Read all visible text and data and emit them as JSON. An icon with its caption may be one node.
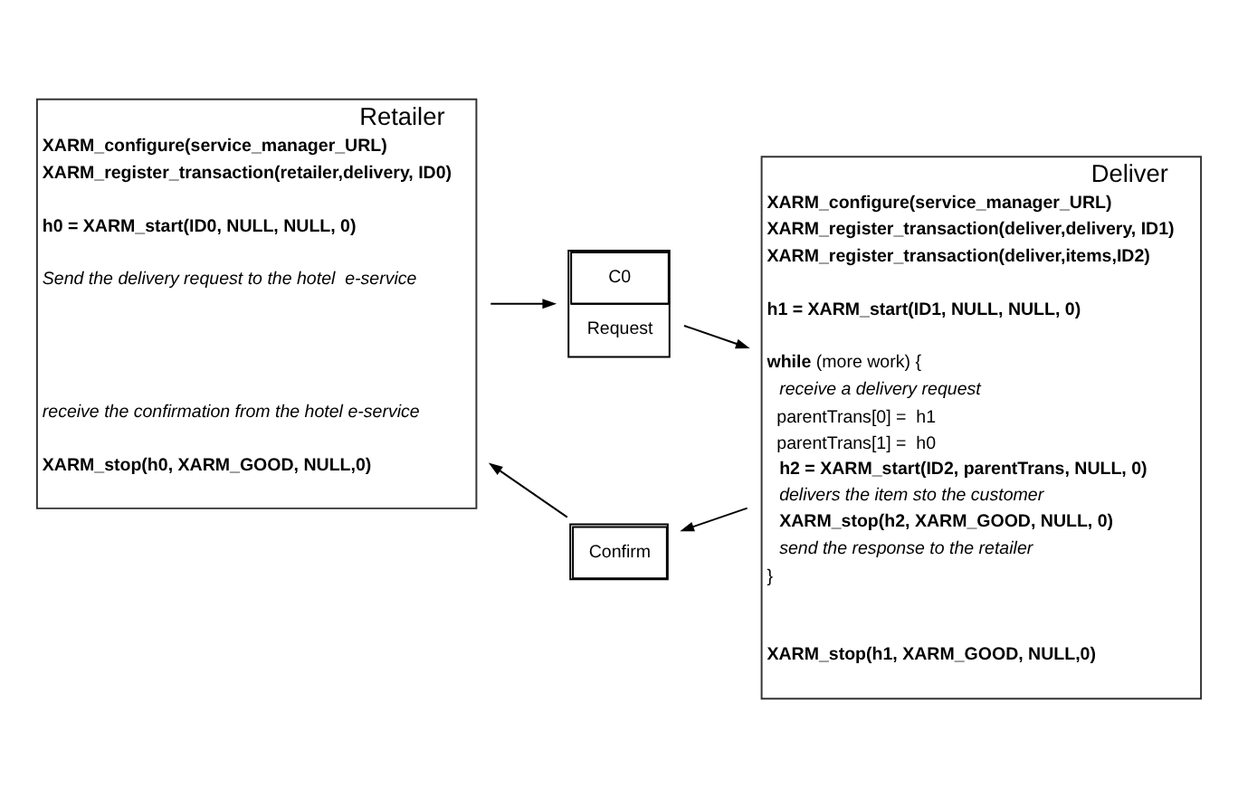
{
  "diagram": {
    "nodes": [
      {
        "text": [
          "Retailer",
          "XARM_configure(service_manager_URL)",
          "XARM_register_transaction(retailer,delivery, ID0)",
          "h0 = XARM_start(ID0, NULL, NULL, 0)",
          "Send the delivery request to the hotel  e-service",
          "receive the confirmation from the hotel e-service",
          "XARM_stop(h0, XARM_GOOD, NULL,0)"
        ]
      },
      {
        "text": [
          "C0",
          "Request"
        ]
      },
      {
        "text": [
          "Deliver",
          "XARM_configure(service_manager_URL)",
          "XARM_register_transaction(deliver,delivery, ID1)",
          "XARM_register_transaction(deliver,items,ID2)",
          "h1 = XARM_start(ID1, NULL, NULL, 0)",
          "**while** (more work) {",
          "receive a delivery request",
          "parentTrans[0] =  h1",
          "parentTrans[1] =  h0",
          "h2 = XARM_start(ID2, parentTrans, NULL, 0)",
          "delivers the item sto the customer",
          "XARM_stop(h2, XARM_GOOD, NULL, 0)",
          "send the response to the retailer",
          "}",
          "XARM_stop(h1, XARM_GOOD, NULL,0)"
        ]
      },
      {
        "text": [
          "Confirm"
        ]
      }
    ],
    "edges": [
      {
        "from": 0,
        "to": 1,
        "arrow": "to"
      },
      {
        "from": 1,
        "to": 2,
        "arrow": "to"
      },
      {
        "from": 2,
        "to": 3,
        "arrow": "to"
      },
      {
        "from": 3,
        "to": 0,
        "arrow": "to"
      }
    ]
  }
}
